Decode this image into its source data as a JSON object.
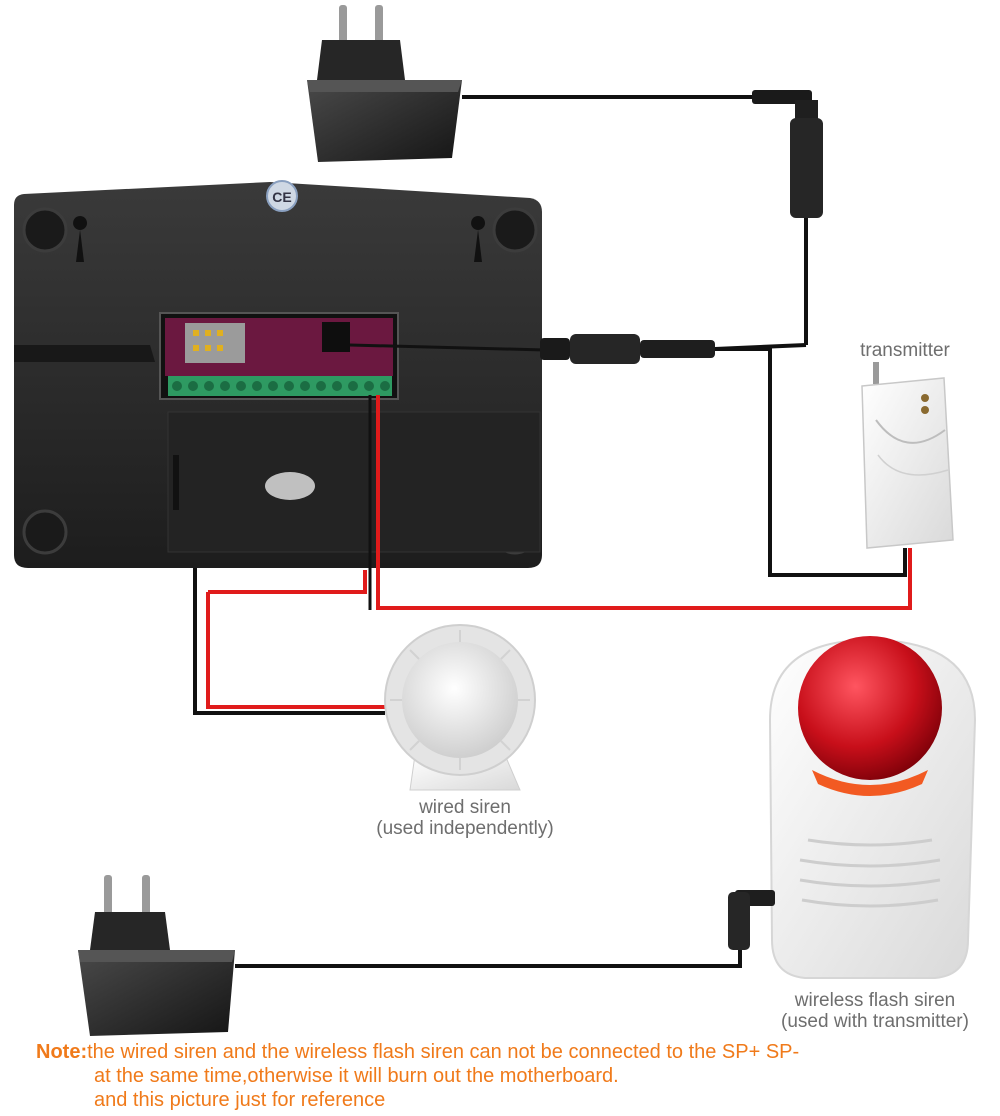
{
  "labels": {
    "transmitter": "transmitter",
    "wired_siren_line1": "wired siren",
    "wired_siren_line2": "(used independently)",
    "wireless_siren_line1": "wireless flash siren",
    "wireless_siren_line2": "(used with transmitter)"
  },
  "device": {
    "ce_mark": "CE"
  },
  "note": {
    "heading": "Note:",
    "line1": "the wired siren and the wireless flash siren can not be connected to the SP+ SP-",
    "line2": "at the same time,otherwise it will burn out the motherboard.",
    "line3": "and this picture just for reference"
  },
  "colors": {
    "wire_black": "#111111",
    "wire_red": "#e01b1b",
    "note_text": "#f07a1a",
    "label_text": "#6e6e6e",
    "device_body": "#2b2b2b",
    "terminal_green": "#2e9a62",
    "siren_dome": "#d5121d"
  },
  "icons": [
    "power-adapter-icon",
    "dc-plug-icon",
    "alarm-panel-back",
    "transmitter-icon",
    "wired-siren-icon",
    "wireless-flash-siren-icon"
  ]
}
